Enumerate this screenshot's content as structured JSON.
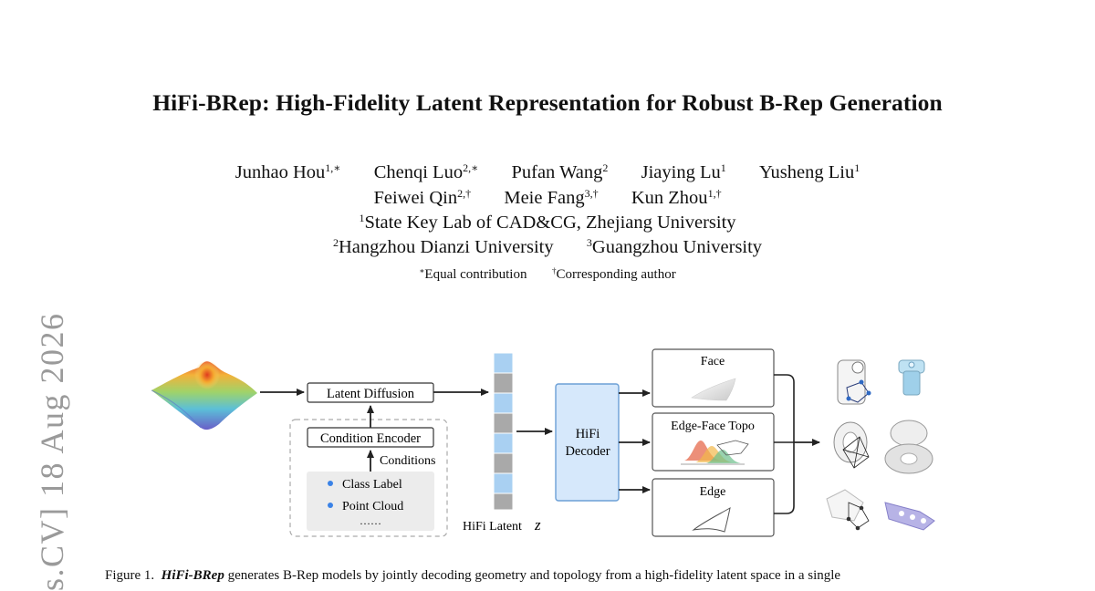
{
  "paper": {
    "title": "HiFi-BRep: High-Fidelity Latent Representation for Robust B-Rep Generation",
    "authors": [
      {
        "name": "Junhao Hou",
        "mark": "1,∗"
      },
      {
        "name": "Chenqi Luo",
        "mark": "2,∗"
      },
      {
        "name": "Pufan Wang",
        "mark": "2"
      },
      {
        "name": "Jiaying Lu",
        "mark": "1"
      },
      {
        "name": "Yusheng Liu",
        "mark": "1"
      },
      {
        "name": "Feiwei Qin",
        "mark": "2,†"
      },
      {
        "name": "Meie Fang",
        "mark": "3,†"
      },
      {
        "name": "Kun Zhou",
        "mark": "1,†"
      }
    ],
    "affiliations": [
      {
        "mark": "1",
        "text": "State Key Lab of CAD&CG, Zhejiang University"
      },
      {
        "mark": "2",
        "text": "Hangzhou Dianzi University"
      },
      {
        "mark": "3",
        "text": "Guangzhou University"
      }
    ],
    "notes": [
      {
        "mark": "∗",
        "text": "Equal contribution"
      },
      {
        "mark": "†",
        "text": "Corresponding author"
      }
    ],
    "arxiv_stamp": "s.CV]  18 Aug 2026"
  },
  "figure": {
    "latent_diffusion": "Latent Diffusion",
    "condition_encoder": "Condition Encoder",
    "conditions": "Conditions",
    "class_label": "Class Label",
    "point_cloud": "Point Cloud",
    "ellipsis": "……",
    "hifi_latent": "HiFi Latent",
    "latent_symbol": "z",
    "decoder_line1": "HiFi",
    "decoder_line2": "Decoder",
    "face": "Face",
    "edge_face_topo": "Edge-Face Topo",
    "edge": "Edge",
    "colors": {
      "decoder_fill": "#d6e8fb",
      "decoder_stroke": "#6b9fd6",
      "latent_blue": "#a9d0f2",
      "latent_gray": "#a9a9a9",
      "bullet": "#3a82e6"
    }
  },
  "caption": {
    "label": "Figure 1.",
    "name": "HiFi-BRep",
    "text": "generates B-Rep models by jointly decoding geometry and topology from a high-fidelity latent space in a single"
  }
}
